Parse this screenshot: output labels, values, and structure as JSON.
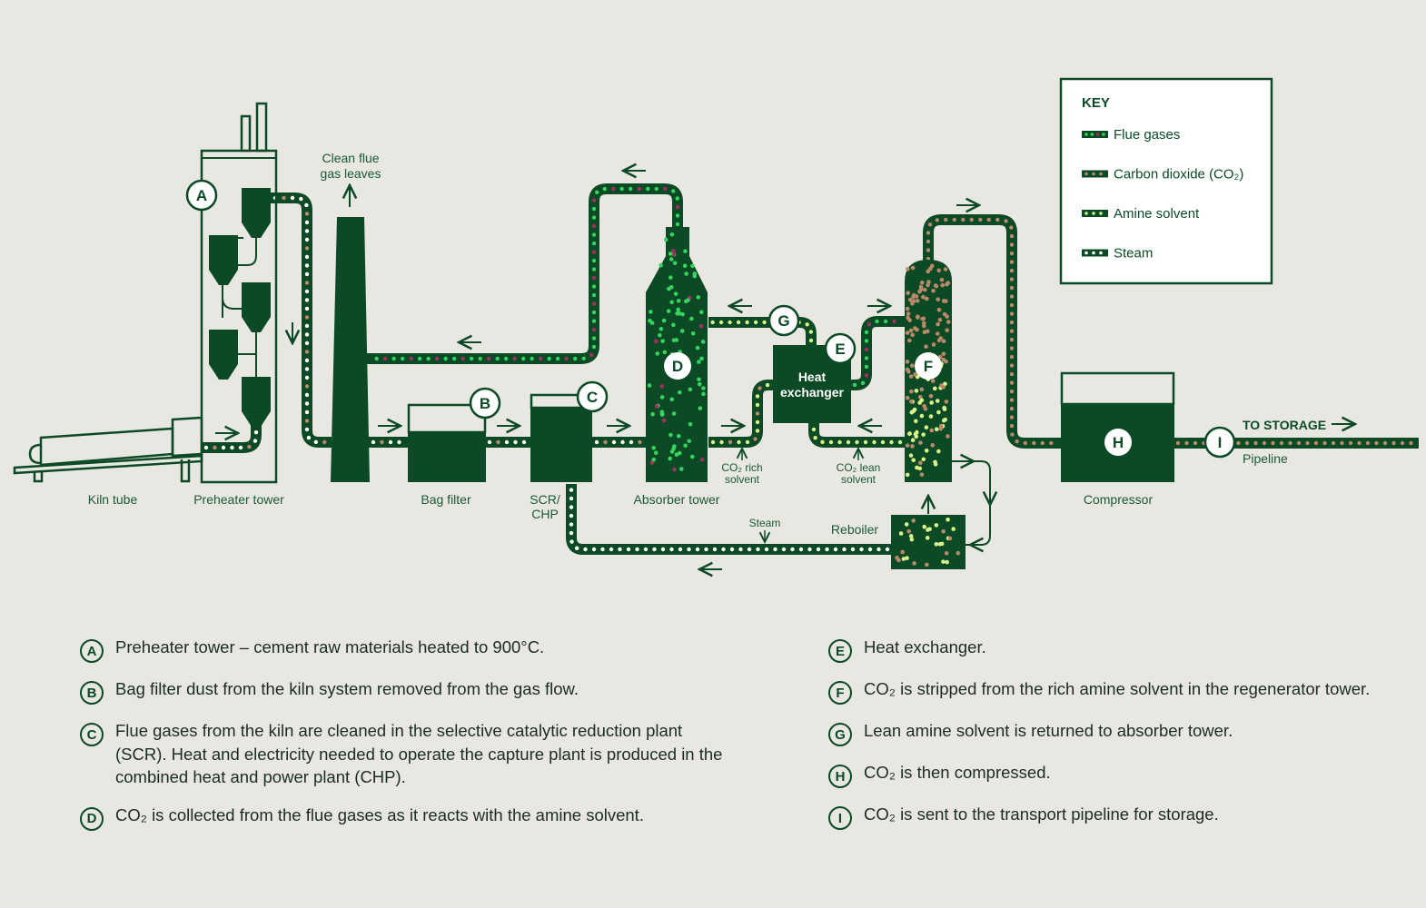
{
  "colors": {
    "background": "#e8e7e1",
    "equipment": "#0c4a26",
    "flue_dot_green": "#36d45c",
    "flue_dot_red": "#a03060",
    "co2_dot": "#b9896a",
    "amine_dot": "#d9f28a",
    "steam_dot": "#ffffff"
  },
  "key": {
    "title": "KEY",
    "items": [
      {
        "label": "Flue gases",
        "type": "flue"
      },
      {
        "label": "Carbon dioxide (CO₂)",
        "type": "co2"
      },
      {
        "label": "Amine solvent",
        "type": "amine"
      },
      {
        "label": "Steam",
        "type": "steam"
      }
    ]
  },
  "diagram": {
    "labels": {
      "kiln_tube": "Kiln tube",
      "preheater_tower": "Preheater tower",
      "clean_flue_1": "Clean flue",
      "clean_flue_2": "gas leaves",
      "bag_filter": "Bag filter",
      "scr_1": "SCR/",
      "scr_2": "CHP",
      "absorber_tower": "Absorber tower",
      "heat_exchanger_1": "Heat",
      "heat_exchanger_2": "exchanger",
      "co2_rich_1": "CO₂ rich",
      "co2_rich_2": "solvent",
      "co2_lean_1": "CO₂ lean",
      "co2_lean_2": "solvent",
      "steam": "Steam",
      "reboiler": "Reboiler",
      "compressor": "Compressor",
      "to_storage": "TO STORAGE",
      "pipeline": "Pipeline"
    },
    "markers": {
      "A": "A",
      "B": "B",
      "C": "C",
      "D": "D",
      "E": "E",
      "F": "F",
      "G": "G",
      "H": "H",
      "I": "I"
    }
  },
  "legend": {
    "left": [
      {
        "marker": "A",
        "text": "Preheater tower – cement raw materials heated to 900°C."
      },
      {
        "marker": "B",
        "text": "Bag filter dust from the kiln system removed from the gas flow."
      },
      {
        "marker": "C",
        "text": "Flue gases from the kiln are cleaned in the selective catalytic reduction plant (SCR). Heat and electricity needed to operate the capture plant is produced in the combined heat and power plant (CHP)."
      },
      {
        "marker": "D",
        "text": "CO₂ is collected from the flue gases as it reacts with the amine solvent."
      }
    ],
    "right": [
      {
        "marker": "E",
        "text": "Heat exchanger."
      },
      {
        "marker": "F",
        "text": "CO₂ is stripped from the rich amine solvent in the regenerator tower."
      },
      {
        "marker": "G",
        "text": "Lean amine solvent is returned to absorber tower."
      },
      {
        "marker": "H",
        "text": "CO₂ is then compressed."
      },
      {
        "marker": "I",
        "text": "CO₂ is sent to the transport pipeline for storage."
      }
    ]
  }
}
